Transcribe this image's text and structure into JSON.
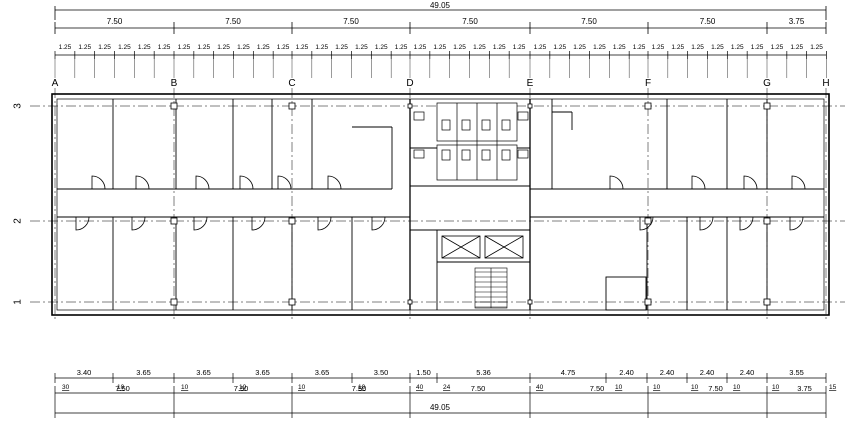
{
  "top_total": "49.05",
  "top_bays": [
    "7.50",
    "7.50",
    "7.50",
    "7.50",
    "7.50",
    "7.50",
    "3.75"
  ],
  "top_sub_label": "1.25",
  "axes_x": [
    "A",
    "B",
    "C",
    "D",
    "E",
    "F",
    "G",
    "H"
  ],
  "axes_y": [
    "3",
    "2",
    "1"
  ],
  "bottom_row1": [
    "3.40",
    "3.65",
    "3.65",
    "3.65",
    "3.65",
    "3.50",
    "1.50",
    "5.36",
    "4.75",
    "2.40",
    "2.40",
    "2.40",
    "2.40",
    "3.55"
  ],
  "bottom_row2_small": [
    "30",
    "10",
    "10",
    "10",
    "10",
    "10",
    "40",
    "24",
    "40",
    "10",
    "10",
    "10",
    "10",
    "10",
    "15"
  ],
  "bottom_row2_big": [
    "7.50",
    "7.50",
    "7.50",
    "7.50",
    "7.50",
    "7.50",
    "3.75"
  ],
  "bottom_total": "49.05"
}
